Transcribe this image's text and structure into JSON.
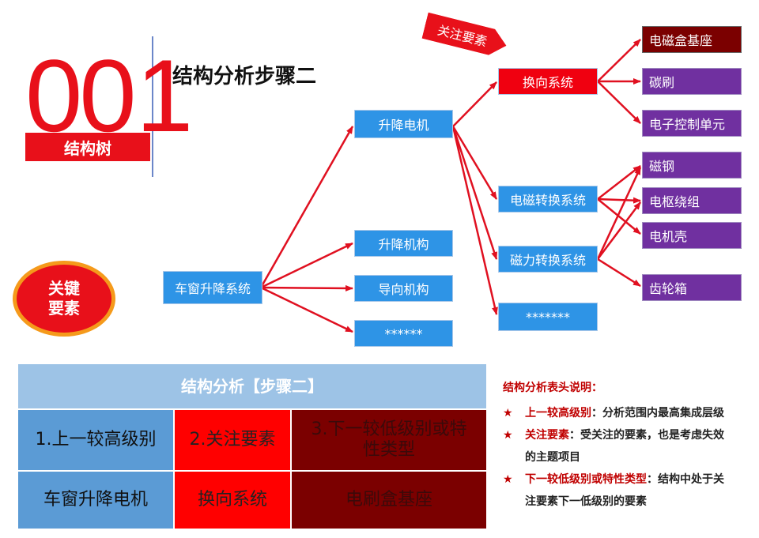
{
  "header": {
    "number_main": "00",
    "number_last": "1",
    "tag": "结构树",
    "title": "结构分析步骤二"
  },
  "badge": {
    "line1": "关键",
    "line2": "要素"
  },
  "focus_stamp": "关注要素",
  "tree": {
    "root": "车窗升降系统",
    "level2": [
      "升降电机",
      "升降机构",
      "导向机构",
      "******"
    ],
    "level3": [
      "换向系统",
      "电磁转换系统",
      "磁力转换系统",
      "*******"
    ],
    "level4": [
      "电磁盒基座",
      "碳刷",
      "电子控制单元",
      "磁钢",
      "电枢绕组",
      "电机壳",
      "齿轮箱"
    ]
  },
  "table": {
    "header": "结构分析【步骤二】",
    "columns": [
      "1.上一较高级别",
      "2.关注要素",
      "3.下一较低级别或特性类型"
    ],
    "row": [
      "车窗升降电机",
      "换向系统",
      "电刷盒基座"
    ]
  },
  "notes": {
    "heading": "结构分析表头说明：",
    "items": [
      {
        "star": "★",
        "term": "上一较高级别",
        "text": "：分析范围内最高集成层级"
      },
      {
        "star": "★",
        "term": "关注要素",
        "text": "：受关注的要素，也是考虑失效的主题项目"
      },
      {
        "star": "★",
        "term": "下一较低级别或特性类型",
        "text": "：结构中处于关注要素下一低级别的要素"
      }
    ]
  },
  "colors": {
    "accent_red": "#e8101a",
    "node_blue": "#2e94e6",
    "node_purple": "#7030a0",
    "node_darkred": "#7b0000",
    "table_header": "#9dc3e6",
    "arrow": "#e01020"
  }
}
